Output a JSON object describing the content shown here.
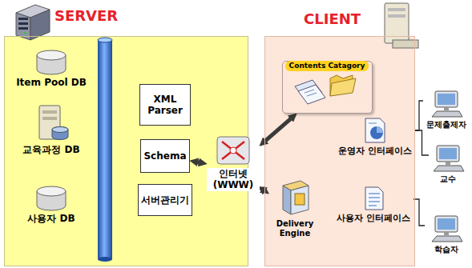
{
  "diagram": {
    "nodes": [
      {
        "text": [
          "SERVER"
        ]
      },
      {
        "text": [
          "Item Pool DB"
        ],
        "in": 0
      },
      {
        "text": [
          "교육과정 DB"
        ],
        "in": 0
      },
      {
        "text": [
          "사용자 DB"
        ],
        "in": 0
      },
      {
        "text": [
          "XML Parser"
        ],
        "in": 0
      },
      {
        "text": [
          "Schema"
        ],
        "in": 0
      },
      {
        "text": [
          "서버관리기"
        ],
        "in": 0
      },
      {
        "text": [
          "인터넷 (WWW)"
        ]
      },
      {
        "text": [
          "CLIENT"
        ]
      },
      {
        "text": [
          "Contents Catagory"
        ],
        "in": 8
      },
      {
        "text": [
          "운영자 인터페이스"
        ],
        "in": 8
      },
      {
        "text": [
          "Delivery Engine"
        ],
        "in": 8
      },
      {
        "text": [
          "사용자 인터페이스"
        ],
        "in": 8
      },
      {
        "text": [
          "문제출제자"
        ]
      },
      {
        "text": [
          "교수"
        ]
      },
      {
        "text": [
          "학습자"
        ]
      }
    ],
    "edges": [
      {
        "from": 7,
        "to": 5,
        "arrow": "both"
      },
      {
        "from": 7,
        "to": 9,
        "arrow": "both"
      },
      {
        "from": 7,
        "to": 11,
        "arrow": "both"
      },
      {
        "from": 10,
        "to": 13,
        "arrow": "none"
      },
      {
        "from": 10,
        "to": 14,
        "arrow": "none"
      },
      {
        "from": 12,
        "to": 15,
        "arrow": "none"
      }
    ]
  }
}
